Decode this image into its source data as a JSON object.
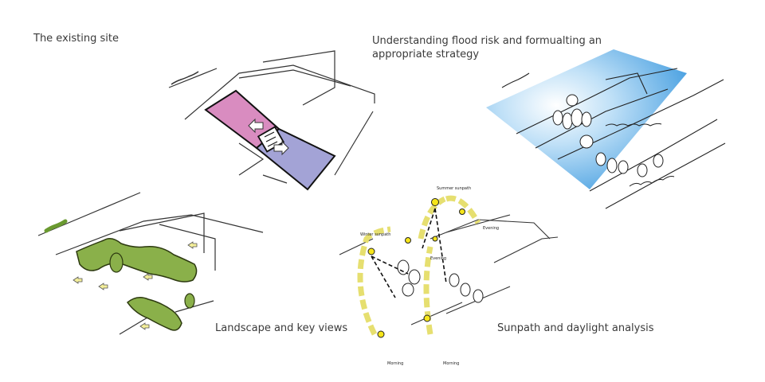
{
  "captions": {
    "existing_site": "The existing site",
    "flood_risk": "Understanding flood risk and formualting an appropriate strategy",
    "landscape": "Landscape and key views",
    "sunpath": "Sunpath and daylight analysis"
  },
  "sunpath_labels": {
    "summer": "Summer sunpath",
    "winter": "Winter sunpath",
    "evening_right": "Evening",
    "evening_mid": "Evening",
    "morning_left": "Morning",
    "morning_right": "Morning"
  },
  "colors": {
    "pink_plot": "#d98cc0",
    "blue_plot": "#a3a3d6",
    "flood": "#5aaee8",
    "hedge": "#8ab04a",
    "sun": "#f6e51a",
    "sunpath": "#f4ef9a"
  }
}
